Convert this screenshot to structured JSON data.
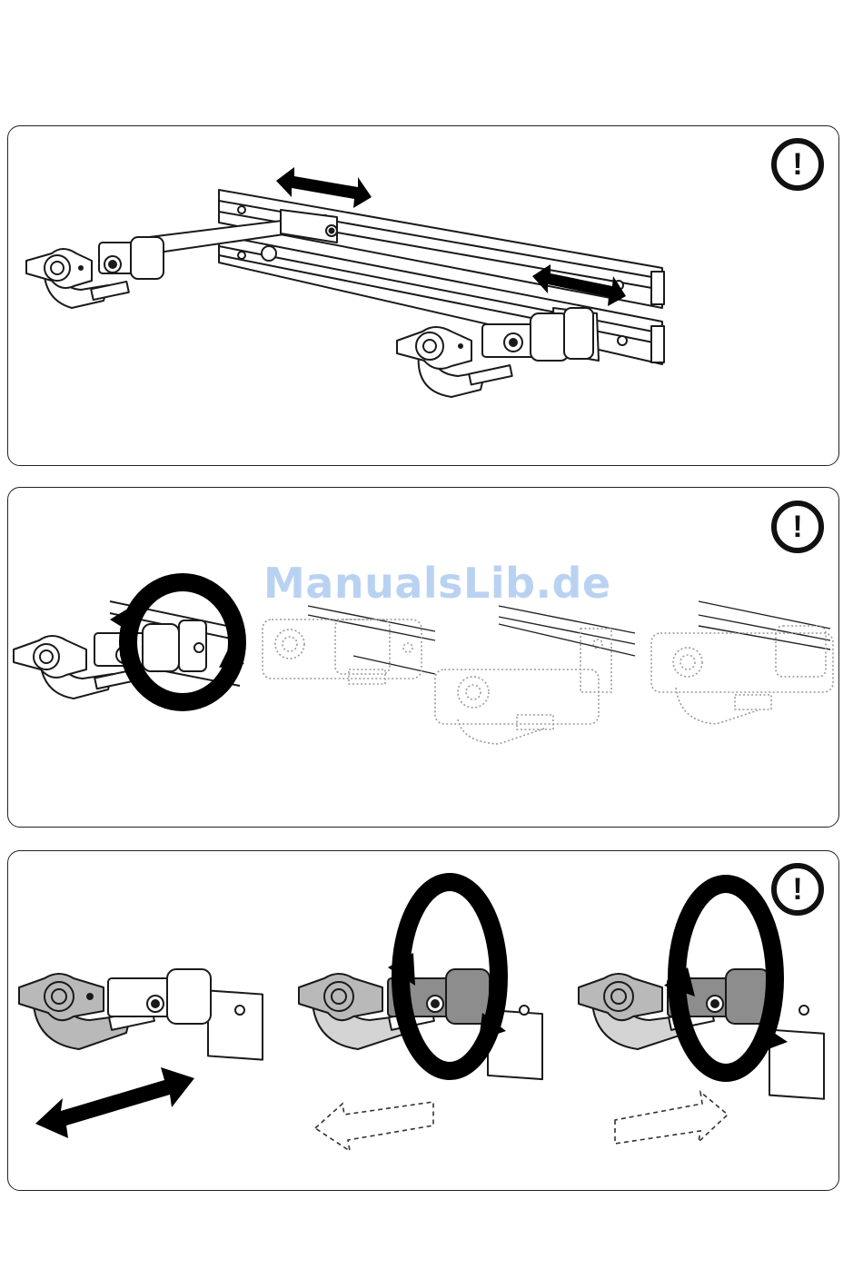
{
  "watermark": {
    "text": "ManualsLib.de"
  },
  "panels": [
    {
      "id": "panel-1",
      "warning": "!",
      "warning_icon": "warning-exclamation-icon"
    },
    {
      "id": "panel-2",
      "warning": "!",
      "warning_icon": "warning-exclamation-icon"
    },
    {
      "id": "panel-3",
      "warning": "!",
      "warning_icon": "warning-exclamation-icon"
    }
  ],
  "colors": {
    "line": "#1a1a1a",
    "shade": "#b9b9b9",
    "dark_shade": "#8d8d8d",
    "arrow": "#000000"
  }
}
